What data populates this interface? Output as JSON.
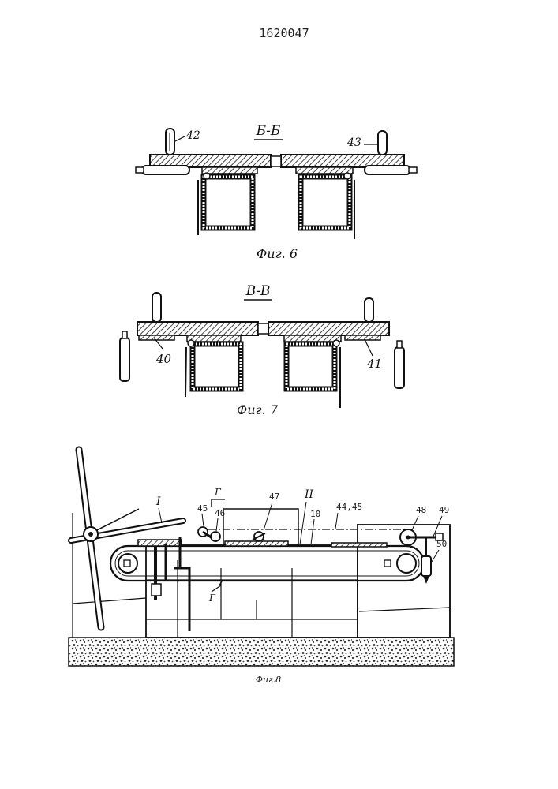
{
  "patent_number": "1620047",
  "fig6": {
    "section": "Б-Б",
    "caption": "Фиг. 6",
    "callouts": [
      "42",
      "43"
    ]
  },
  "fig7": {
    "section": "В-В",
    "caption": "Фиг. 7",
    "callouts": [
      "40",
      "41"
    ]
  },
  "fig8": {
    "caption": "Фиг.8",
    "callouts": [
      "I",
      "Г",
      "45",
      "46",
      "47",
      "II",
      "10",
      "44,45",
      "48",
      "49",
      "50",
      "Г"
    ]
  }
}
